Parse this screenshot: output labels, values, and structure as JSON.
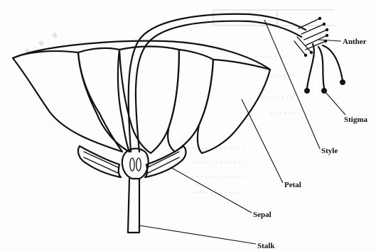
{
  "diagram": {
    "labels": {
      "anther": "Anther",
      "stigma": "Stigma",
      "style": "Style",
      "petal": "Petal",
      "sepal": "Sepal",
      "stalk": "Stalk"
    }
  },
  "colors": {
    "ink": "#111111",
    "paper": "#fdfdfd",
    "bleed": "#c9c9c9"
  }
}
